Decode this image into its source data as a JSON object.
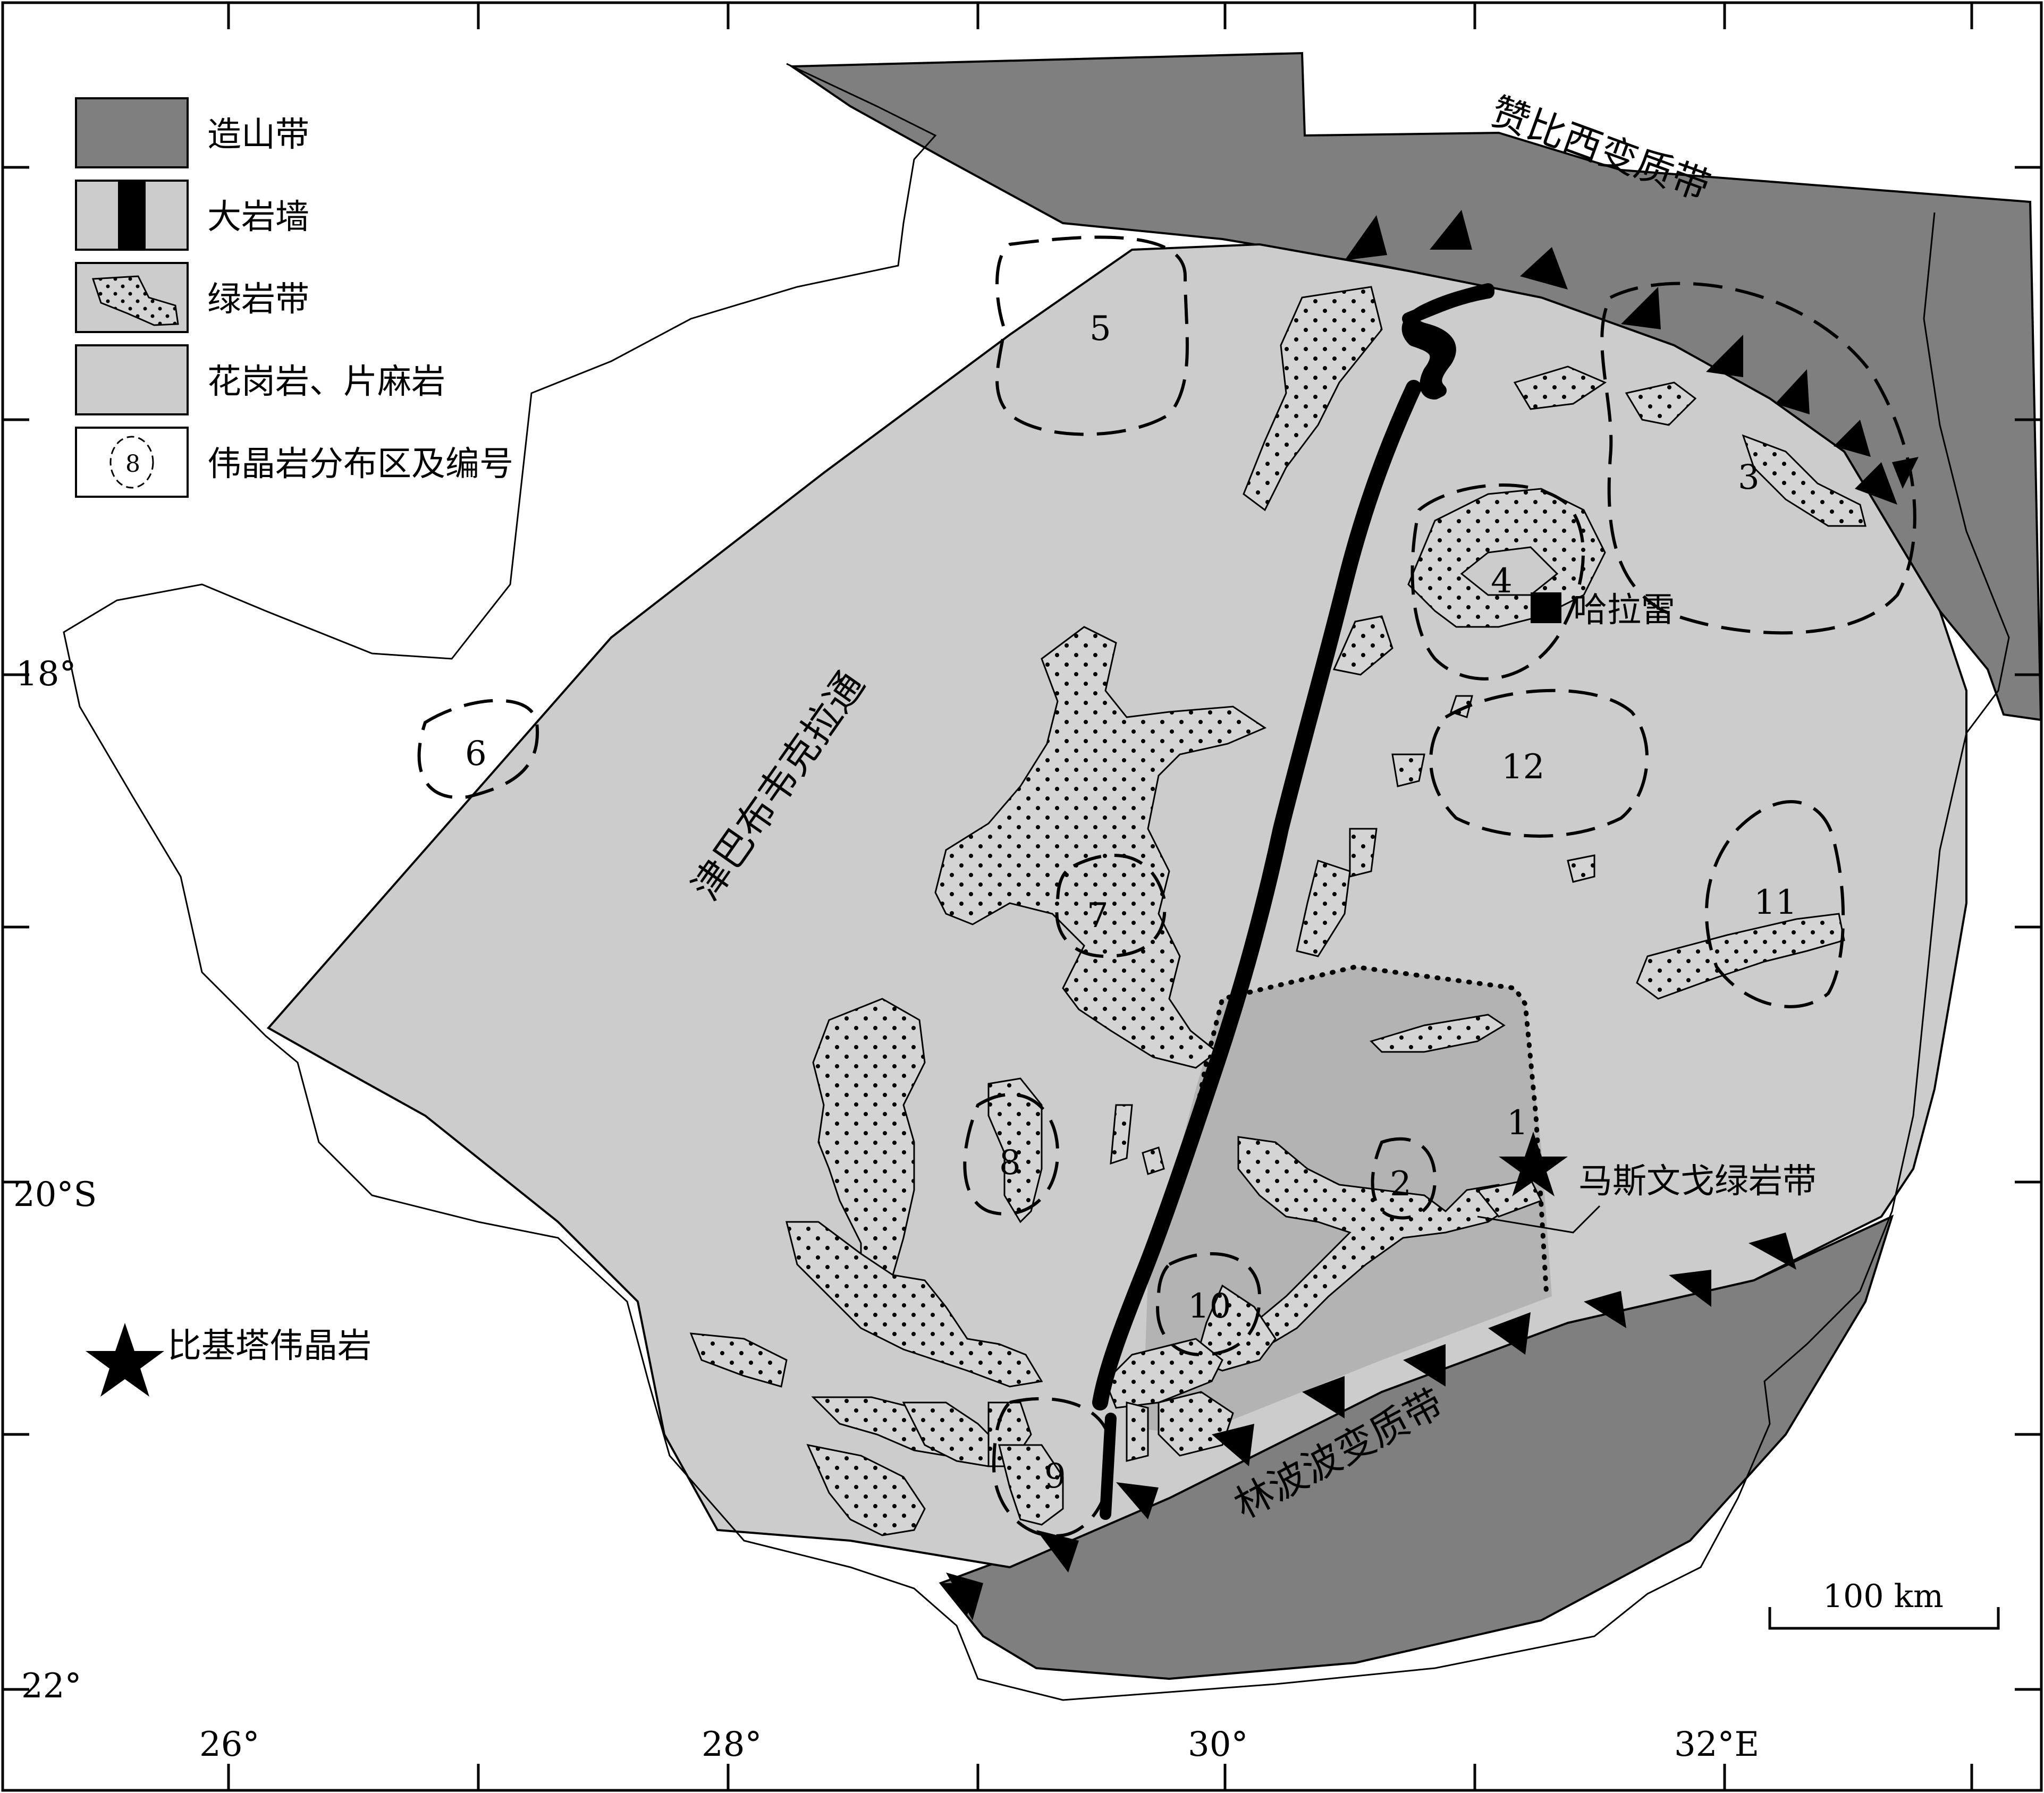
{
  "legend": {
    "orogen": "造山带",
    "great_dyke": "大岩墙",
    "greenstone": "绿岩带",
    "granite_gneiss": "花岗岩、片麻岩",
    "pegmatite_area": "伟晶岩分布区及编号",
    "pegmatite_area_sample_number": "8"
  },
  "regions": {
    "zambezi_belt": "赞比西变质带",
    "limpopo_belt": "林波波变质带",
    "craton": "津巴布韦克拉通",
    "masvingo_belt": "马斯文戈绿岩带",
    "harare": "哈拉雷"
  },
  "pegmatite_numbers": [
    "1",
    "2",
    "3",
    "4",
    "5",
    "6",
    "7",
    "8",
    "9",
    "10",
    "11",
    "12"
  ],
  "bikita_label": "比基塔伟晶岩",
  "axes": {
    "lat_labels": [
      "18°",
      "20°S",
      "22°"
    ],
    "lon_labels": [
      "26°",
      "28°",
      "30°",
      "32°E"
    ]
  },
  "scale_bar": "100 km",
  "colors": {
    "orogen": "#7f7f7f",
    "craton": "#cccccc",
    "masvingo_area": "#b3b3b3",
    "outline": "#000000"
  }
}
